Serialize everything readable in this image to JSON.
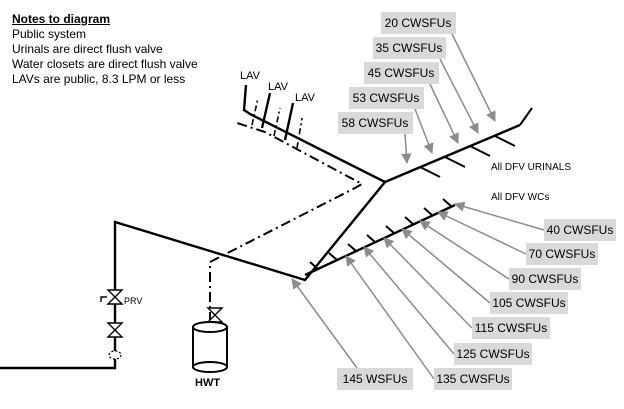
{
  "notes": {
    "title": "Notes to diagram",
    "lines": [
      "Public system",
      "Urinals are direct flush valve",
      "Water closets are direct flush valve",
      "LAVs are public, 8.3 LPM or less"
    ]
  },
  "fixtures": {
    "lav": "LAV",
    "urinal_group": "All DFV URINALS",
    "wc_group": "All DFV WCs",
    "prv": "PRV",
    "hwt": "HWT"
  },
  "urinal_branch_loads": [
    "20 CWSFUs",
    "35 CWSFUs",
    "45 CWSFUs",
    "53 CWSFUs",
    "58 CWSFUs"
  ],
  "wc_branch_loads": [
    "40 CWSFUs",
    "70 CWSFUs",
    "90 CWSFUs",
    "105 CWSFUs",
    "115 CWSFUs",
    "125 CWSFUs",
    "135 CWSFUs",
    "145 WSFUs"
  ],
  "colors": {
    "pipe": "#000000",
    "label_box": "#d9d9d9",
    "leader": "#8c8c8c"
  }
}
